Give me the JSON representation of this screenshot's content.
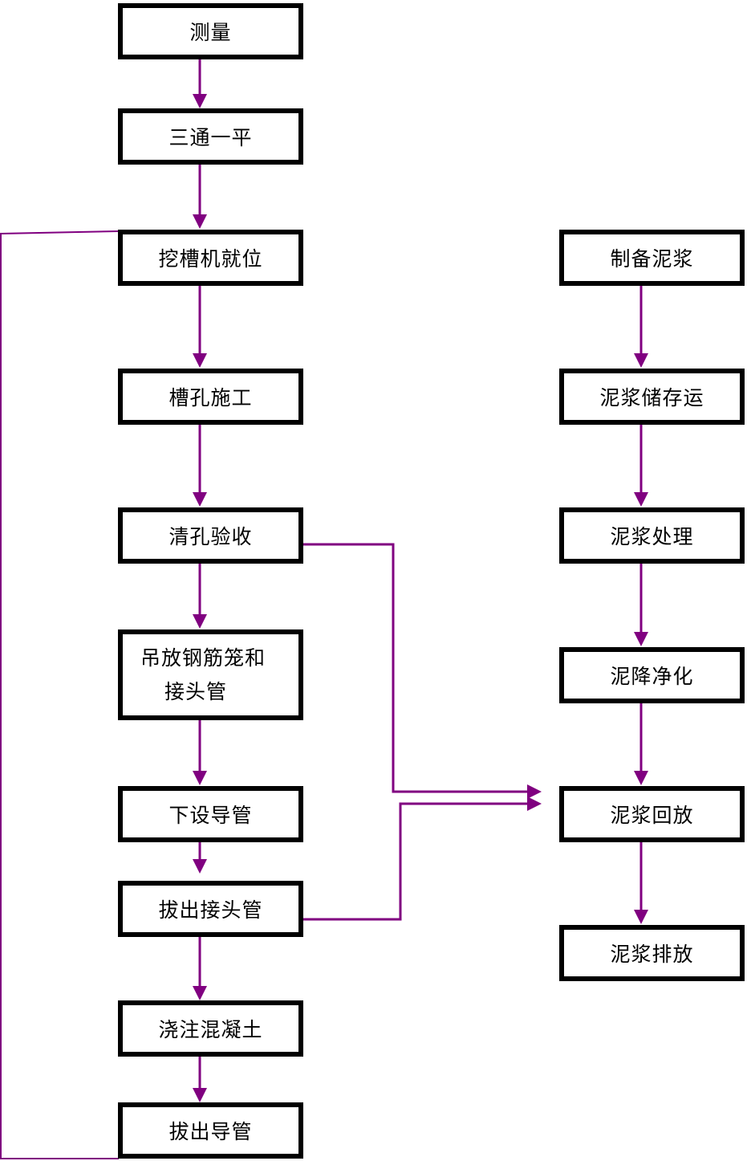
{
  "colors": {
    "connector": "#800080",
    "box_border": "#000000",
    "text": "#000000",
    "background": "#ffffff"
  },
  "left_column": [
    {
      "id": "measure",
      "label": "测量"
    },
    {
      "id": "three-one",
      "label": "三通一平"
    },
    {
      "id": "excavator-position",
      "label": "挖槽机就位"
    },
    {
      "id": "trench-construction",
      "label": "槽孔施工"
    },
    {
      "id": "hole-clean-accept",
      "label": "清孔验收"
    },
    {
      "id": "hoist-cage",
      "label_lines": [
        "吊放钢筋笼和",
        "接头管"
      ]
    },
    {
      "id": "place-tremie",
      "label": "下设导管"
    },
    {
      "id": "pull-joint-pipe",
      "label": "拔出接头管"
    },
    {
      "id": "pour-concrete",
      "label": "浇注混凝土"
    },
    {
      "id": "pull-tremie",
      "label": "拔出导管"
    }
  ],
  "right_column": [
    {
      "id": "prepare-slurry",
      "label": "制备泥浆"
    },
    {
      "id": "slurry-storage",
      "label": "泥浆储存运"
    },
    {
      "id": "slurry-treatment",
      "label": "泥浆处理"
    },
    {
      "id": "desanding",
      "label": "泥降净化"
    },
    {
      "id": "slurry-return",
      "label": "泥浆回放"
    },
    {
      "id": "slurry-discharge",
      "label": "泥浆排放"
    }
  ],
  "edges": [
    {
      "from": "measure",
      "to": "three-one"
    },
    {
      "from": "three-one",
      "to": "excavator-position"
    },
    {
      "from": "excavator-position",
      "to": "trench-construction"
    },
    {
      "from": "trench-construction",
      "to": "hole-clean-accept"
    },
    {
      "from": "hole-clean-accept",
      "to": "hoist-cage"
    },
    {
      "from": "hoist-cage",
      "to": "place-tremie"
    },
    {
      "from": "place-tremie",
      "to": "pull-joint-pipe"
    },
    {
      "from": "pull-joint-pipe",
      "to": "pour-concrete"
    },
    {
      "from": "pour-concrete",
      "to": "pull-tremie"
    },
    {
      "from": "pull-tremie",
      "to": "excavator-position",
      "type": "loop-back"
    },
    {
      "from": "hole-clean-accept",
      "to": "slurry-return"
    },
    {
      "from": "pull-joint-pipe",
      "to": "slurry-return"
    },
    {
      "from": "prepare-slurry",
      "to": "slurry-storage"
    },
    {
      "from": "slurry-storage",
      "to": "slurry-treatment"
    },
    {
      "from": "slurry-treatment",
      "to": "desanding"
    },
    {
      "from": "desanding",
      "to": "slurry-return"
    },
    {
      "from": "slurry-return",
      "to": "slurry-discharge"
    }
  ]
}
